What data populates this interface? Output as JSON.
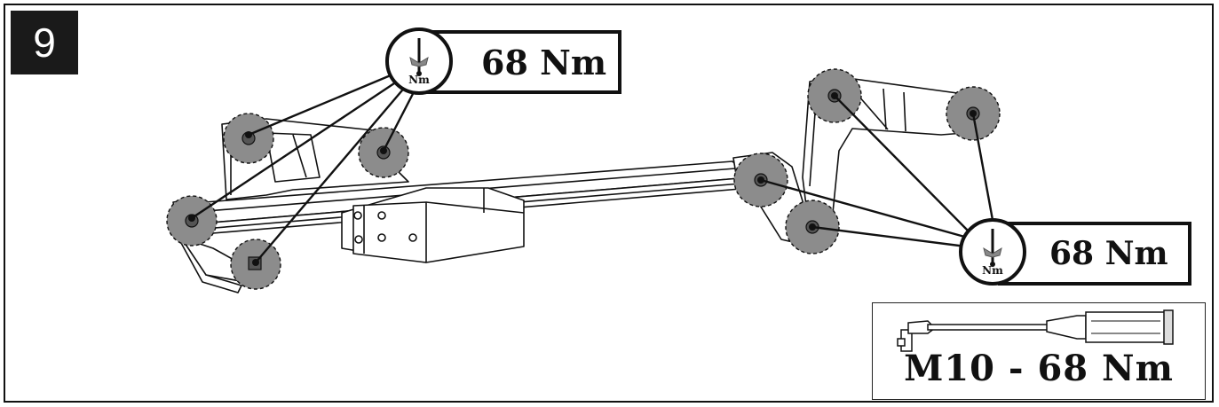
{
  "step": {
    "number": "9"
  },
  "callouts": [
    {
      "torque": "68 Nm",
      "unit": "Nm"
    },
    {
      "torque": "68 Nm",
      "unit": "Nm"
    }
  ],
  "tool": {
    "spec": "M10 - 68 Nm"
  },
  "colors": {
    "line": "#111111",
    "highlight": "#8c8c8c",
    "badge": "#1a1a1a"
  },
  "icons": {
    "callout": "torque-wrench-icon",
    "tool": "torque-wrench-tool-icon"
  }
}
